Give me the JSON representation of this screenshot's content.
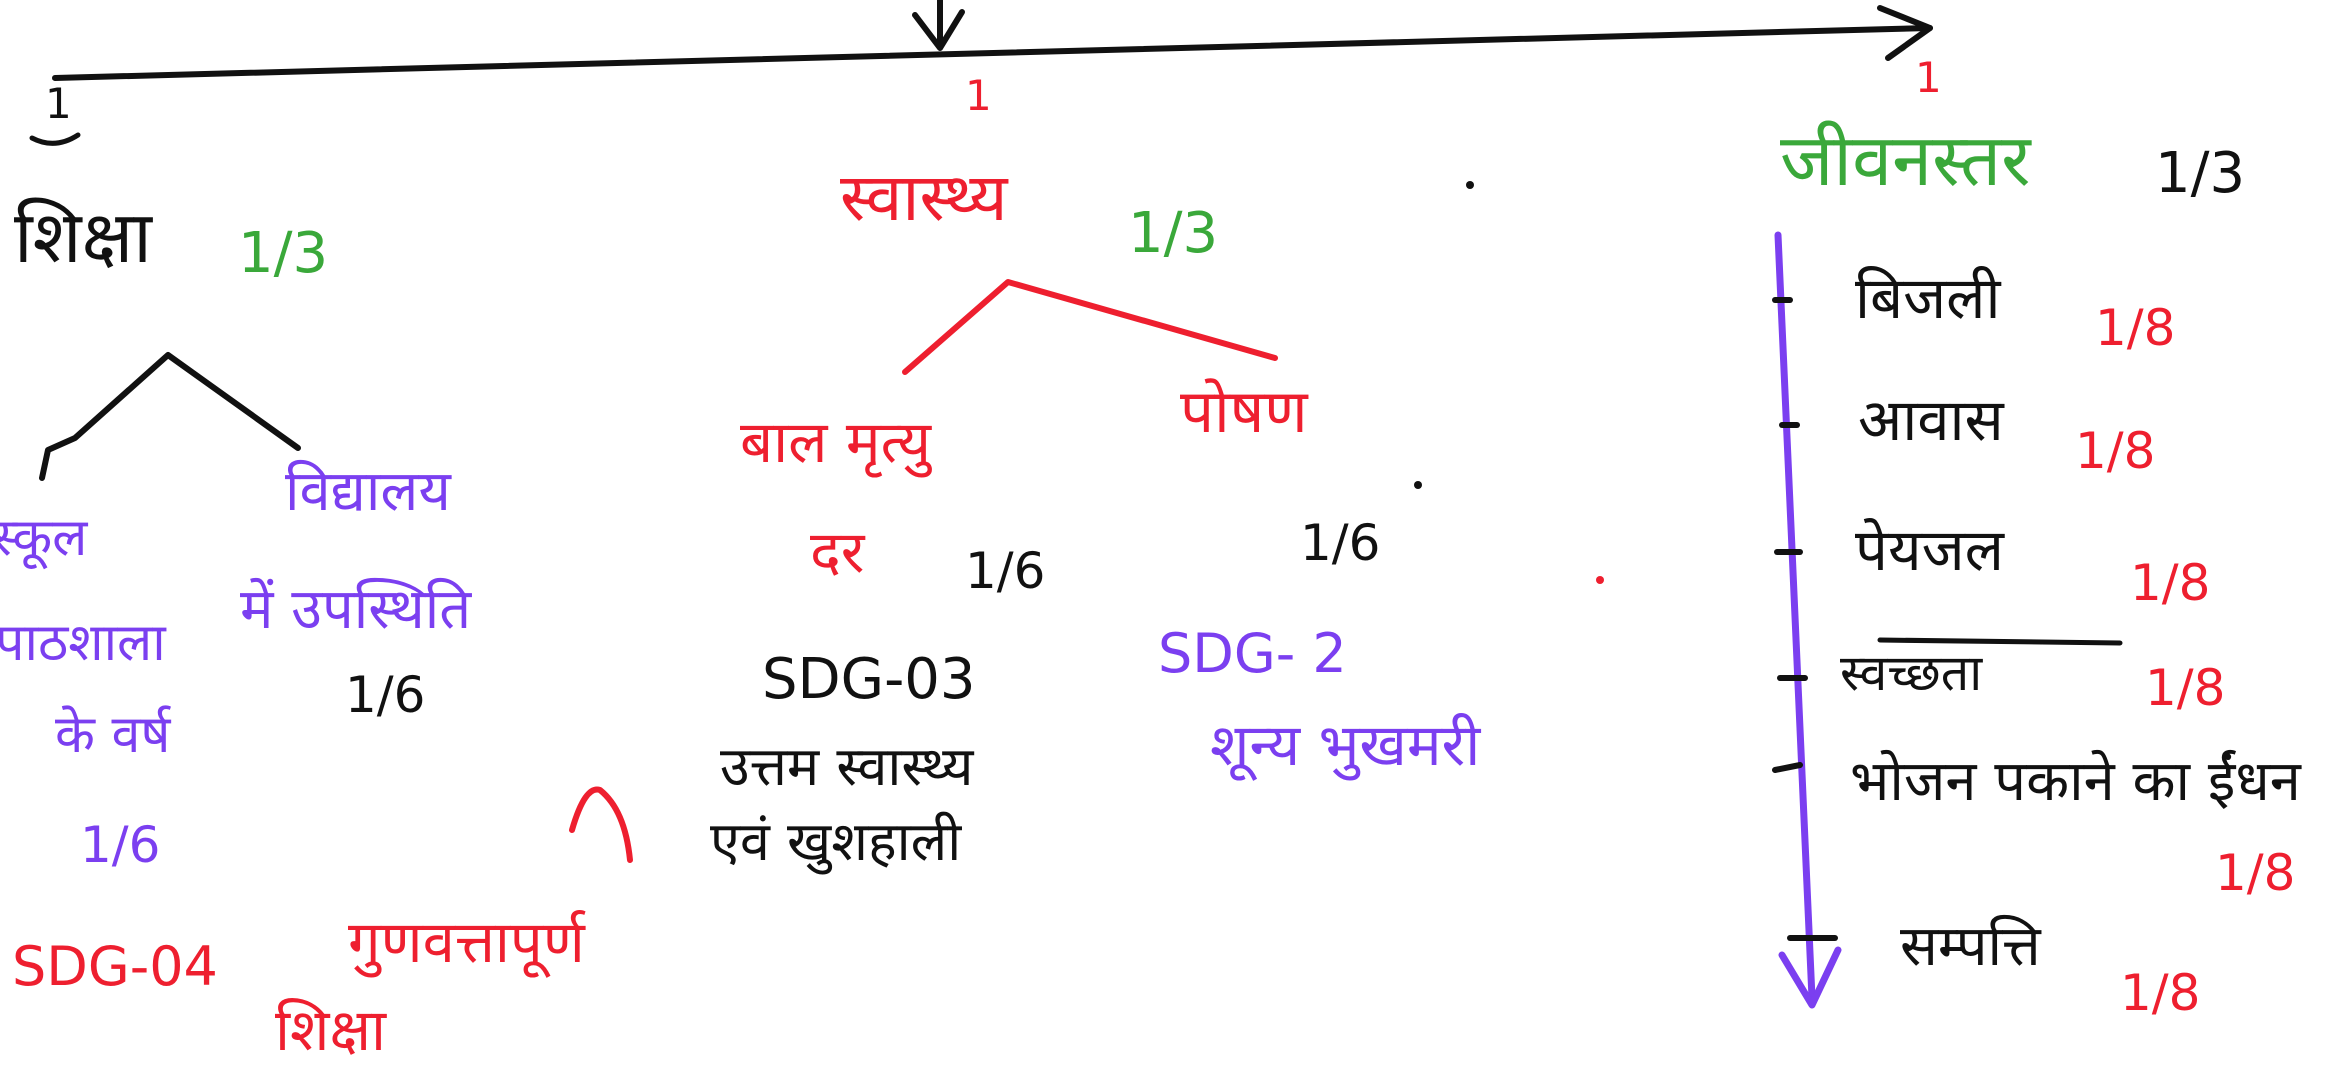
{
  "colors": {
    "black": "#111111",
    "red": "#ee1f2f",
    "green": "#3aa83a",
    "purple": "#7b3ff0"
  },
  "top_numbers": {
    "left": "1",
    "middle": "1",
    "right": "1"
  },
  "education": {
    "title": "शिक्षा",
    "weight": "1/3",
    "branch_left": {
      "lines": [
        "स्कूल",
        "पाठशाला",
        "के वर्ष"
      ],
      "weight": "1/6"
    },
    "branch_right": {
      "lines": [
        "विद्यालय",
        "में उपस्थिति"
      ],
      "weight": "1/6"
    },
    "sdg_code": "SDG-04",
    "sdg_text_lines": [
      "गुणवत्तापूर्ण",
      "शिक्षा"
    ]
  },
  "health": {
    "title": "स्वास्थ्य",
    "weight": "1/3",
    "branch_left": {
      "lines": [
        "बाल मृत्यु",
        "दर"
      ],
      "weight": "1/6",
      "sdg_code": "SDG-03",
      "sdg_text_lines": [
        "उत्तम स्वास्थ्य",
        "एवं खुशहाली"
      ]
    },
    "branch_right": {
      "lines": [
        "पोषण"
      ],
      "weight": "1/6",
      "sdg_code": "SDG- 2",
      "sdg_text_lines": [
        "शून्य भुखमरी"
      ]
    }
  },
  "living_standard": {
    "title": "जीवनस्तर",
    "weight": "1/3",
    "items": [
      {
        "label": "बिजली",
        "weight": "1/8"
      },
      {
        "label": "आवास",
        "weight": "1/8"
      },
      {
        "label": "पेयजल",
        "weight": "1/8"
      },
      {
        "label": "स्वच्छता",
        "weight": "1/8"
      },
      {
        "label": "भोजन पकाने का ईंधन",
        "weight": "1/8"
      },
      {
        "label": "सम्पत्ति",
        "weight": "1/8"
      }
    ]
  }
}
